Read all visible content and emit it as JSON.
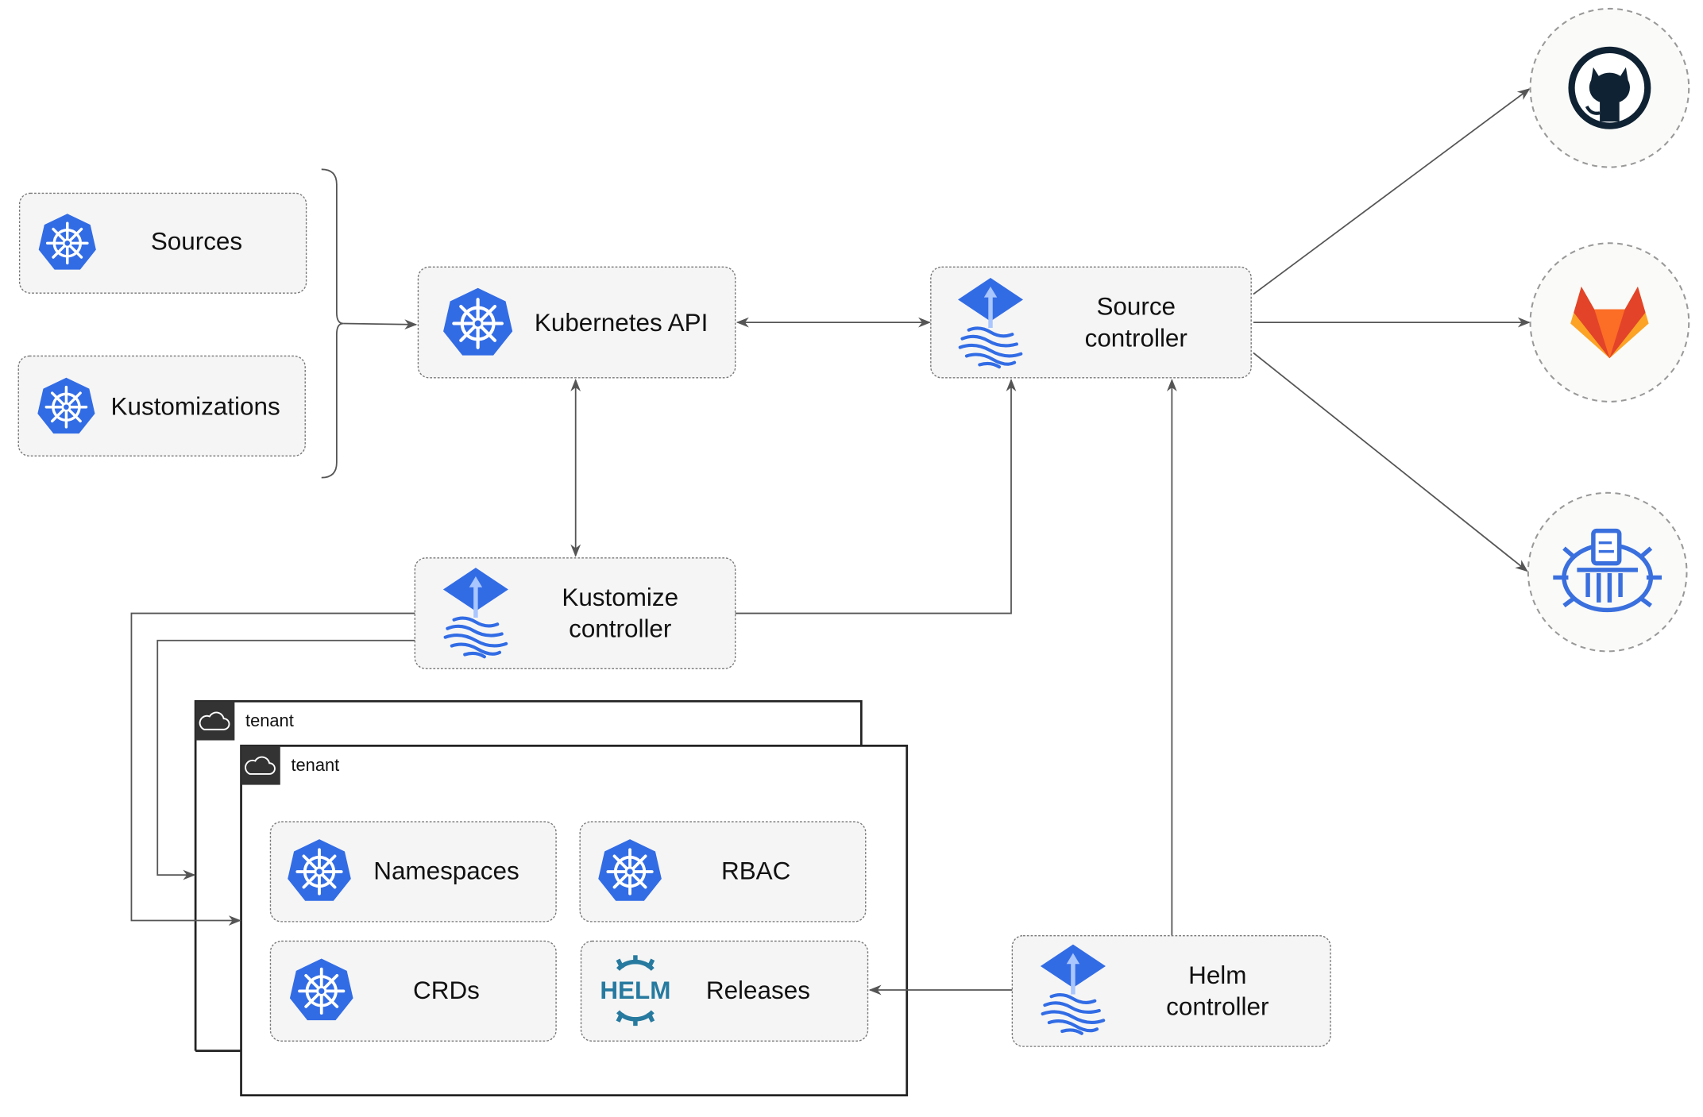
{
  "nodes": {
    "sources": "Sources",
    "kustomizations": "Kustomizations",
    "kubernetes_api": "Kubernetes API",
    "source_controller": [
      "Source",
      "controller"
    ],
    "kustomize_controller": [
      "Kustomize",
      "controller"
    ],
    "helm_controller": [
      "Helm",
      "controller"
    ],
    "namespaces": "Namespaces",
    "rbac": "RBAC",
    "crds": "CRDs",
    "releases": "Releases",
    "helm_logo": "HELM"
  },
  "tenants": [
    "tenant",
    "tenant"
  ],
  "external_sources": [
    "github-icon",
    "gitlab-icon",
    "bucket-icon"
  ],
  "colors": {
    "kubernetes_blue": "#326ce5",
    "helm_teal": "#277a9f",
    "github_dark": "#0f2233",
    "gitlab_orange": "#e24329",
    "gitlab_light": "#fca326"
  }
}
